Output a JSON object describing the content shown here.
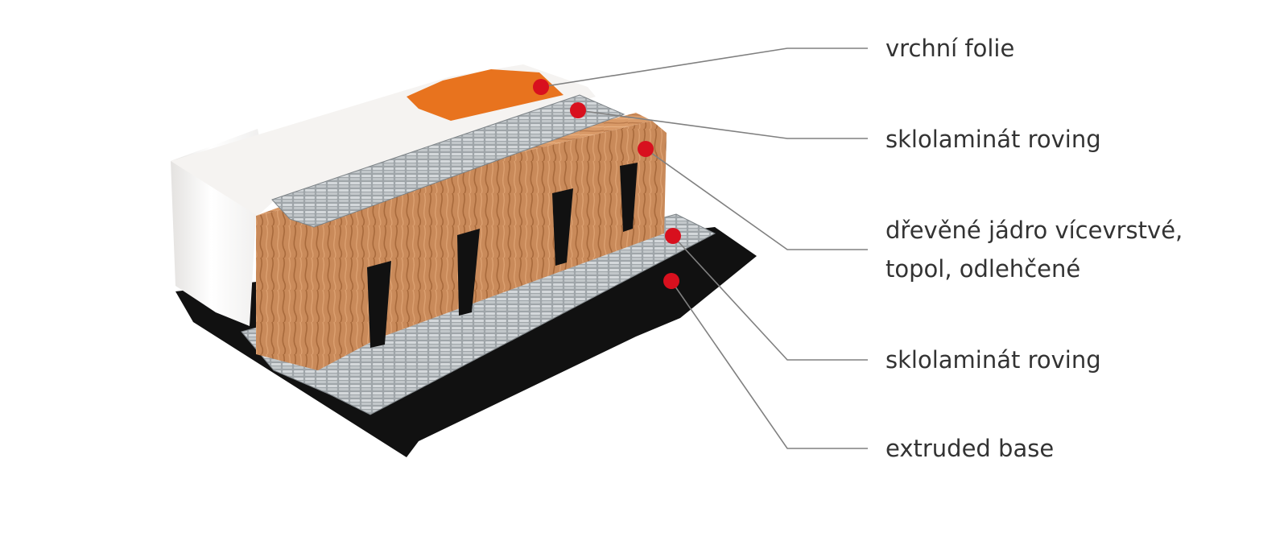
{
  "labels": [
    {
      "id": "top-foil",
      "text": "vrchní folie"
    },
    {
      "id": "fiberglass-top",
      "text": "sklolaminát roving"
    },
    {
      "id": "wood-core",
      "lines": [
        "dřevěné jádro vícevrstvé,",
        "topol, odlehčené"
      ]
    },
    {
      "id": "fiberglass-bottom",
      "text": "sklolaminát roving"
    },
    {
      "id": "base",
      "text": "extruded base"
    }
  ],
  "colors": {
    "marker": "#d8101e",
    "leader": "#808080",
    "text": "#333333",
    "wood": "#c98a5a",
    "wood_light": "#e0aa7c",
    "fiberglass": "#a8adb1",
    "top_sheet": "#f2f0ee",
    "orange_graphic": "#e8731e",
    "base": "#111111"
  }
}
